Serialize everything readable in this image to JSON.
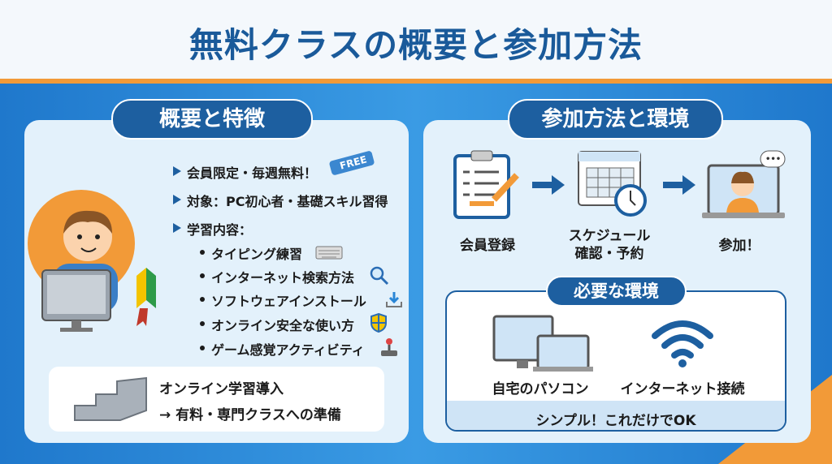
{
  "title": "無料クラスの概要と参加方法",
  "left": {
    "heading": "概要と特徴",
    "bullets": [
      "会員限定・毎週無料！",
      "対象：PC初心者・基礎スキル習得",
      "学習内容："
    ],
    "free_tag": "FREE",
    "contents": [
      "タイピング練習",
      "インターネット検索方法",
      "ソフトウェアインストール",
      "オンライン安全な使い方",
      "ゲーム感覚アクティビティ"
    ],
    "footer": [
      "オンライン学習導入",
      "→ 有料・専門クラスへの準備"
    ]
  },
  "right": {
    "heading": "参加方法と環境",
    "steps": [
      "会員登録",
      "スケジュール",
      "確認・予約",
      "参加！"
    ],
    "env_heading": "必要な環境",
    "env_items": [
      "自宅のパソコン",
      "インターネット接続"
    ],
    "env_footer": "シンプル！これだけでOK"
  },
  "colors": {
    "primary": "#1d5fa0",
    "accent": "#f29a38",
    "panel": "#e3f1fb"
  }
}
